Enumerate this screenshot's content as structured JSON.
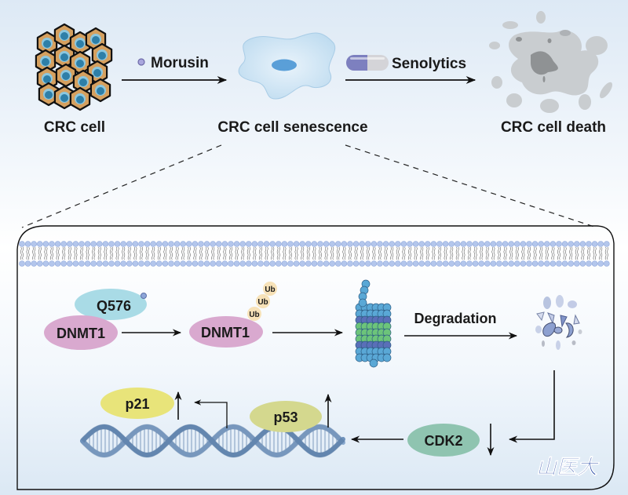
{
  "top_row": {
    "stage1_label": "CRC cell",
    "stage2_label": "CRC cell senescence",
    "stage3_label": "CRC cell death",
    "treatment1_label": "Morusin",
    "treatment2_label": "Senolytics"
  },
  "pathway": {
    "q576_label": "Q576",
    "dnmt1_label_a": "DNMT1",
    "dnmt1_label_b": "DNMT1",
    "ub_labels": [
      "Ub",
      "Ub",
      "Ub"
    ],
    "degradation_label": "Degradation",
    "cdk2_label": "CDK2",
    "p53_label": "p53",
    "p21_label": "p21"
  },
  "watermark": "山医大",
  "colors": {
    "dnmt1": "#d9a9cf",
    "q576": "#a9dbe6",
    "cdk2": "#8fc4b0",
    "p53": "#d4d88e",
    "p21": "#e8e47a",
    "ub": "#f7e2b8",
    "membrane_head": "#a9bfe8",
    "proteasome_blue": "#5aa8d6",
    "proteasome_dark": "#5a6fb8",
    "proteasome_green": "#6cc47a",
    "dna": "#6f93bc",
    "watermark": "#1b3fa0"
  }
}
